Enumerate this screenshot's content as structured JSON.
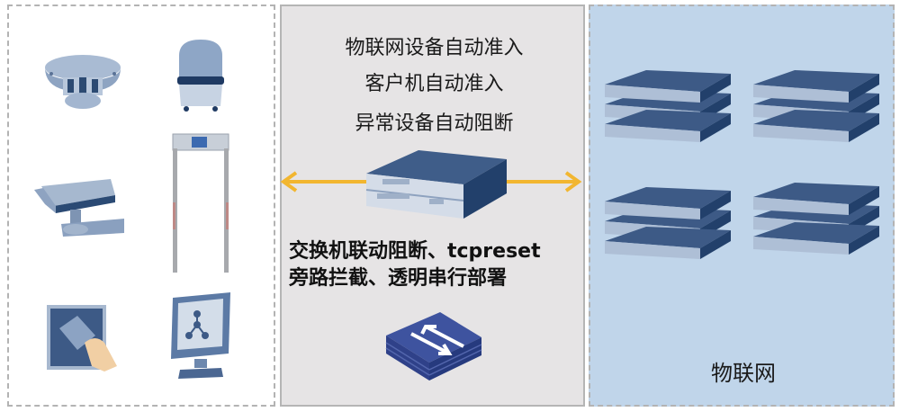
{
  "diagram": {
    "left_panel": {
      "devices": [
        {
          "name": "smoke-detector",
          "icon": "smoke-detector-icon"
        },
        {
          "name": "alarm-beacon",
          "icon": "alarm-beacon-icon"
        },
        {
          "name": "surveillance-camera",
          "icon": "camera-icon"
        },
        {
          "name": "security-gate",
          "icon": "walk-through-gate-icon"
        },
        {
          "name": "card-reader",
          "icon": "card-reader-icon"
        },
        {
          "name": "monitor",
          "icon": "monitor-icon"
        }
      ]
    },
    "middle_panel": {
      "features": [
        "物联网设备自动准入",
        "客户机自动准入",
        "异常设备自动阻断"
      ],
      "deployment_lines": [
        "交换机联动阻断、tcpreset",
        "旁路拦截、透明串行部署"
      ],
      "arrow_color": "#f2b630",
      "appliance_icon": "network-appliance-icon",
      "switch_icon": "switch-icon"
    },
    "right_panel": {
      "label": "物联网",
      "server_stacks": 4,
      "background": "#c0d5ea"
    },
    "colors": {
      "device_blue": "#3d5a86",
      "switch_blue": "#3b4f9a",
      "middle_bg": "#e6e4e5"
    }
  }
}
